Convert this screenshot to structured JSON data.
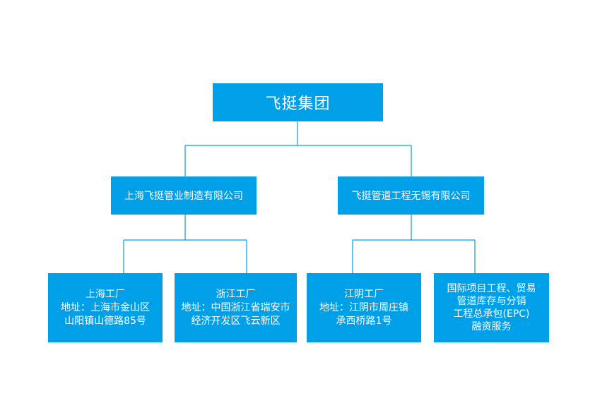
{
  "root": {
    "label": "飞挺集团"
  },
  "companies": [
    {
      "label": "上海飞挺管业制造有限公司"
    },
    {
      "label": "飞挺管道工程无锡有限公司"
    }
  ],
  "units": [
    {
      "lines": [
        "上海工厂",
        "地址：上海市金山区",
        "山阳镇山德路85号"
      ]
    },
    {
      "lines": [
        "浙江工厂",
        "地址：中国浙江省瑞安市",
        "经济开发区飞云新区"
      ]
    },
    {
      "lines": [
        "江阴工厂",
        "地址：江阴市周庄镇",
        "承西桥路1号"
      ]
    },
    {
      "lines": [
        "国际项目工程、贸易",
        "管道库存与分销",
        "工程总承包(EPC)",
        "融资服务"
      ]
    }
  ],
  "colors": {
    "box": "#00a0e9",
    "line": "#00a0e9",
    "text": "#ffffff"
  }
}
